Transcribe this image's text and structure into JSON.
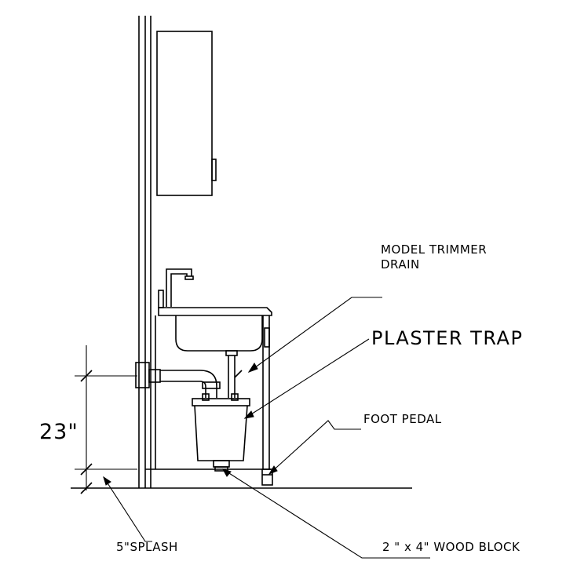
{
  "labels": {
    "model_trimmer_line1": "MODEL TRIMMER",
    "model_trimmer_line2": "DRAIN",
    "plaster_trap": "PLASTER TRAP",
    "foot_pedal": "FOOT PEDAL",
    "dimension": "23\"",
    "splash": "5\"SPLASH",
    "wood_block": "2 \" x 4\" WOOD BLOCK"
  }
}
